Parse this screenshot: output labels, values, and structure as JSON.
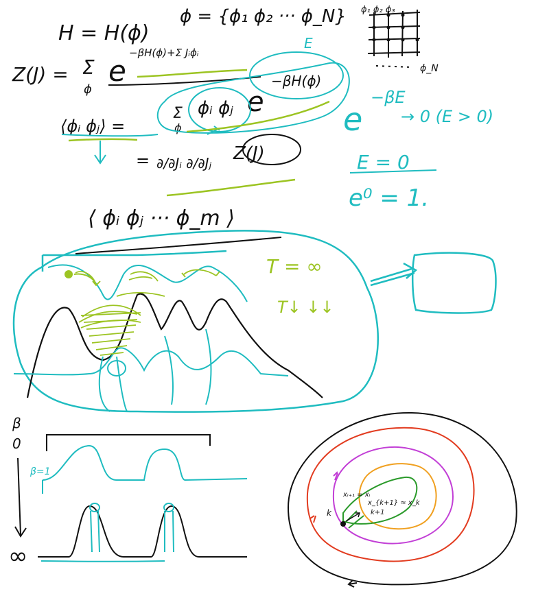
{
  "page": {
    "title": ""
  },
  "colors": {
    "background": "#ffffff",
    "black_ink": "#111111",
    "cyan_ink": "#1fbcc0",
    "lime_ink": "#9cc422",
    "green_ink": "#2a9a2a",
    "red_ink": "#e23b1f",
    "magenta_ink": "#c23fd6",
    "orange_ink": "#f0a020"
  },
  "notes": {
    "hamiltonian": "H = H(ϕ)",
    "field_set": "ϕ = {ϕ₁ ϕ₂ ··· ϕ_N}",
    "lattice_top_labels": "ϕ₁ ϕ₂ ϕ₃",
    "lattice_bottom_label": "ϕ_N",
    "partition_lhs": "Z(J) =",
    "partition_sum": "Σ",
    "partition_sum_index": "ϕ",
    "partition_exponent": "e",
    "partition_exp_arg": "−βH(ϕ)+Σ Jᵢϕᵢ",
    "boltzmann_factor": "e",
    "boltzmann_arg": "−βH(ϕ)",
    "energy_label": "E",
    "correlator_lhs": "⟨ϕᵢ ϕⱼ⟩ =",
    "correlator_sum": "Σ",
    "correlator_sum_index": "ϕ",
    "correlator_fields": "ϕᵢ ϕⱼ",
    "derivative_eq": "=",
    "derivative_operator": "∂/∂Jᵢ ∂/∂Jⱼ",
    "derivative_target": "Z(J)",
    "limit_base": "e",
    "limit_arg": "−βE",
    "limit_result": "→ 0  (E > 0)",
    "zero_energy_top": "E = 0",
    "zero_energy_bottom": "e⁰ = 1.",
    "multi_point": "⟨ ϕᵢ ϕⱼ ··· ϕ_m ⟩",
    "temperature_high": "T = ∞",
    "temperature_decrease": "T↓ ↓↓",
    "beta_axis_label": "β",
    "beta_zero": "0",
    "beta_one": "β=1",
    "beta_infinity": "∞",
    "contour_labels": [
      "xᵢ₊₁ = xᵢ",
      "x_{k+1} ≈ x_k",
      "k+1",
      "k"
    ]
  }
}
